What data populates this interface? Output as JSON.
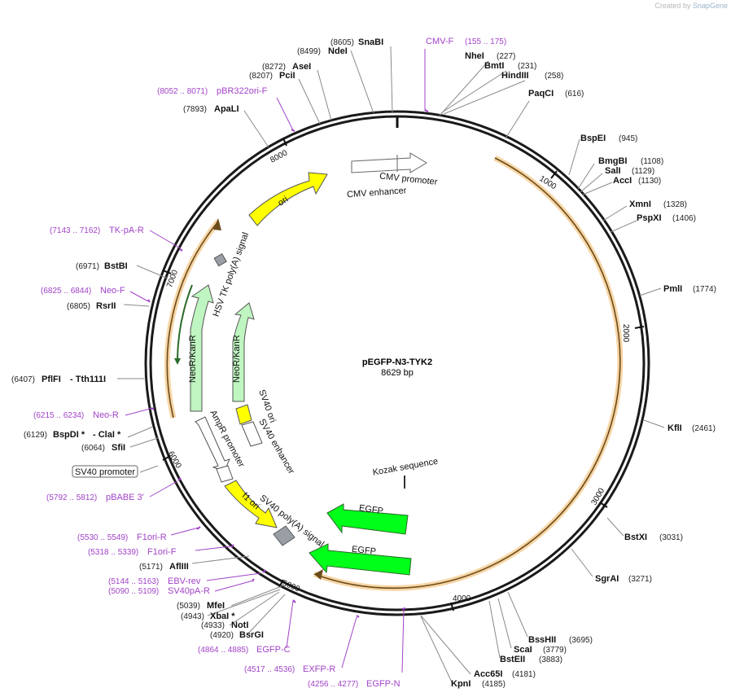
{
  "credit": {
    "prefix": "Created by",
    "brand": "SnapGene"
  },
  "plasmid": {
    "name": "pEGFP-N3-TYK2",
    "length_label": "8629 bp"
  },
  "ticks": [
    "1000",
    "2000",
    "3000",
    "4000",
    "5000",
    "6000",
    "7000",
    "8000"
  ],
  "sites": [
    {
      "name": "SnaBI",
      "pos": "(8605)"
    },
    {
      "name": "NdeI",
      "pos": "(8499)"
    },
    {
      "name": "AseI",
      "pos": "(8272)"
    },
    {
      "name": "PciI",
      "pos": "(8207)"
    },
    {
      "name": "ApaLI",
      "pos": "(7893)"
    },
    {
      "name": "NheI",
      "pos": "(227)"
    },
    {
      "name": "BmtI",
      "pos": "(231)"
    },
    {
      "name": "HindIII",
      "pos": "(258)"
    },
    {
      "name": "PaqCI",
      "pos": "(616)"
    },
    {
      "name": "BspEI",
      "pos": "(945)"
    },
    {
      "name": "BmgBI",
      "pos": "(1108)"
    },
    {
      "name": "SalI",
      "pos": "(1129)"
    },
    {
      "name": "AccI",
      "pos": "(1130)"
    },
    {
      "name": "XmnI",
      "pos": "(1328)"
    },
    {
      "name": "PspXI",
      "pos": "(1406)"
    },
    {
      "name": "PmlI",
      "pos": "(1774)"
    },
    {
      "name": "KflI",
      "pos": "(2461)"
    },
    {
      "name": "BstXI",
      "pos": "(3031)"
    },
    {
      "name": "SgrAI",
      "pos": "(3271)"
    },
    {
      "name": "BssHII",
      "pos": "(3695)"
    },
    {
      "name": "ScaI",
      "pos": "(3779)"
    },
    {
      "name": "BstEII",
      "pos": "(3883)"
    },
    {
      "name": "Acc65I",
      "pos": "(4181)"
    },
    {
      "name": "KpnI",
      "pos": "(4185)"
    },
    {
      "name": "BstBI",
      "pos": "(6971)"
    },
    {
      "name": "RsrII",
      "pos": "(6805)"
    },
    {
      "name": "PflFI",
      "pos": "(6407)"
    },
    {
      "name": "- Tth111I",
      "pos": ""
    },
    {
      "name": "BspDI *",
      "pos": "(6129)"
    },
    {
      "name": "- ClaI *",
      "pos": ""
    },
    {
      "name": "SfiI",
      "pos": "(6064)"
    },
    {
      "name": "AflIII",
      "pos": "(5171)"
    },
    {
      "name": "MfeI",
      "pos": "(5039)"
    },
    {
      "name": "XbaI *",
      "pos": "(4943)"
    },
    {
      "name": "NotI",
      "pos": "(4933)"
    },
    {
      "name": "BsrGI",
      "pos": "(4920)"
    }
  ],
  "primers": [
    {
      "name": "CMV-F",
      "range": "(155 .. 175)"
    },
    {
      "name": "pBR322ori-F",
      "range": "(8052 .. 8071)"
    },
    {
      "name": "TK-pA-R",
      "range": "(7143 .. 7162)"
    },
    {
      "name": "Neo-F",
      "range": "(6825 .. 6844)"
    },
    {
      "name": "Neo-R",
      "range": "(6215 .. 6234)"
    },
    {
      "name": "pBABE 3'",
      "range": "(5792 .. 5812)"
    },
    {
      "name": "F1ori-R",
      "range": "(5530 .. 5549)"
    },
    {
      "name": "F1ori-F",
      "range": "(5318 .. 5339)"
    },
    {
      "name": "EBV-rev",
      "range": "(5144 .. 5163)"
    },
    {
      "name": "SV40pA-R",
      "range": "(5090 .. 5109)"
    },
    {
      "name": "EGFP-C",
      "range": "(4864 .. 4885)"
    },
    {
      "name": "EXFP-R",
      "range": "(4517 .. 4536)"
    },
    {
      "name": "EGFP-N",
      "range": "(4256 .. 4277)"
    }
  ],
  "sv40_promoter_box": "SV40 promoter",
  "features": {
    "cmv_promoter": "CMV promoter",
    "cmv_enhancer": "CMV enhancer",
    "ori": "ori",
    "hsv_tk": "HSV TK poly(A) signal",
    "neo_outer": "NeoR/KanR",
    "neo_inner": "NeoR/KanR",
    "sv40_ori": "SV40 ori",
    "sv40_enhancer": "SV40 enhancer",
    "ampr_promoter": "AmpR promoter",
    "f1_ori": "f1 ori",
    "sv40_polya": "SV40 poly(A) signal",
    "kozak": "Kozak sequence",
    "egfp_1": "EGFP",
    "egfp_2": "EGFP"
  },
  "colors": {
    "backbone": "#1a1a1a",
    "orf": "#e8a84a",
    "primer": "#a243c8",
    "ori": "#ffff00",
    "egfp": "#00ff19",
    "neo": "#bff5c0",
    "polya": "#9a9fa6"
  }
}
